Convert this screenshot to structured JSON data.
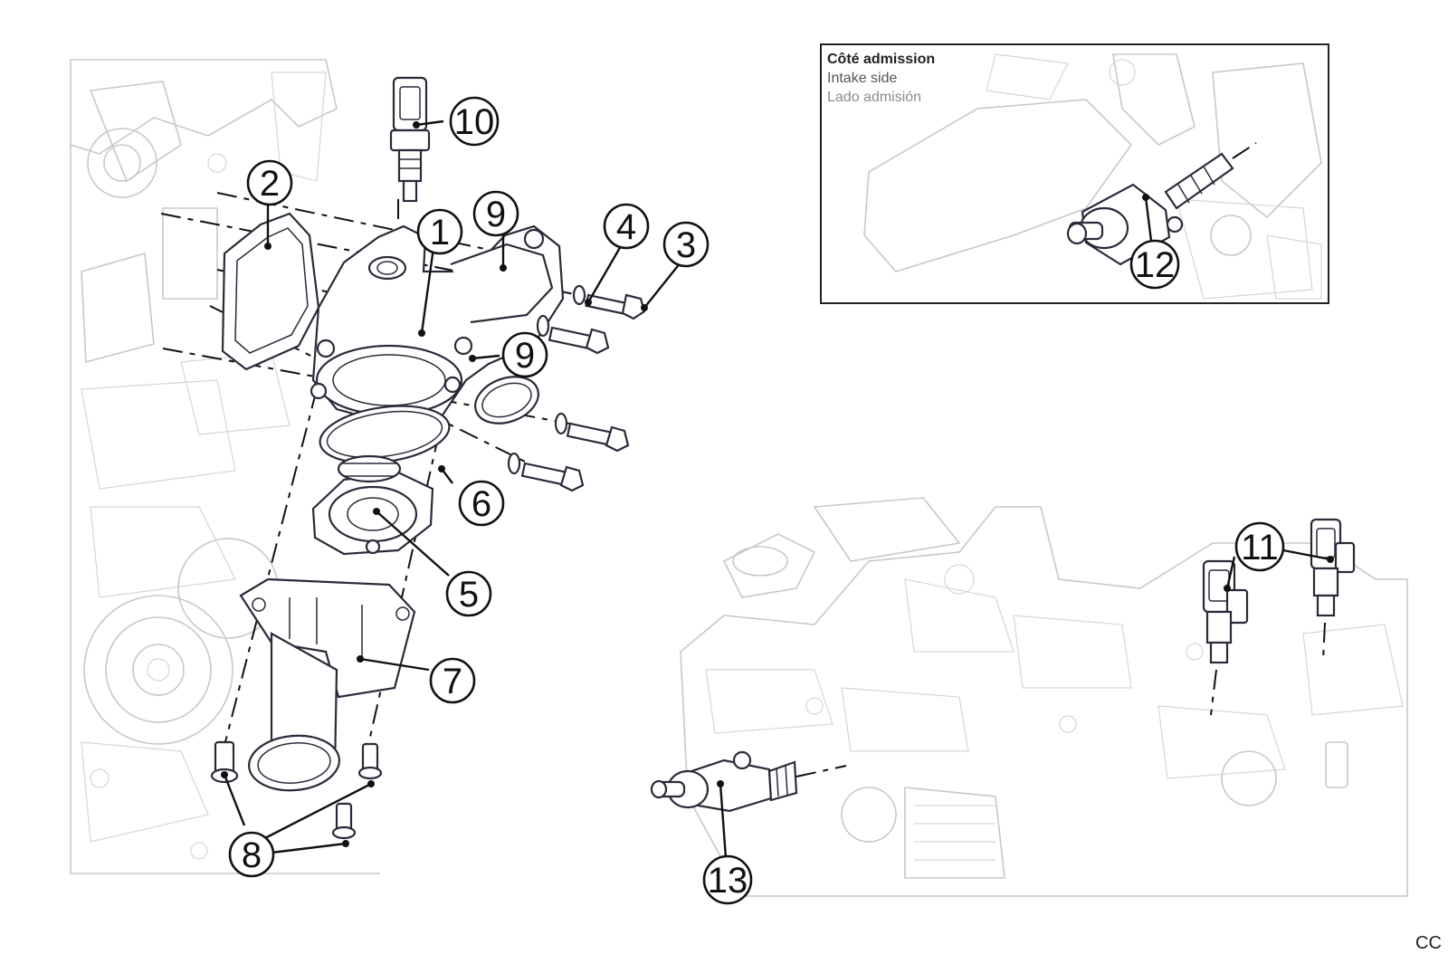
{
  "inset": {
    "title_fr": "Côté admission",
    "title_en": "Intake side",
    "title_es": "Lado admisión"
  },
  "callouts": [
    "1",
    "2",
    "3",
    "4",
    "5",
    "6",
    "7",
    "8",
    "9",
    "9",
    "10",
    "11",
    "12",
    "13"
  ],
  "corner_mark": "CC"
}
